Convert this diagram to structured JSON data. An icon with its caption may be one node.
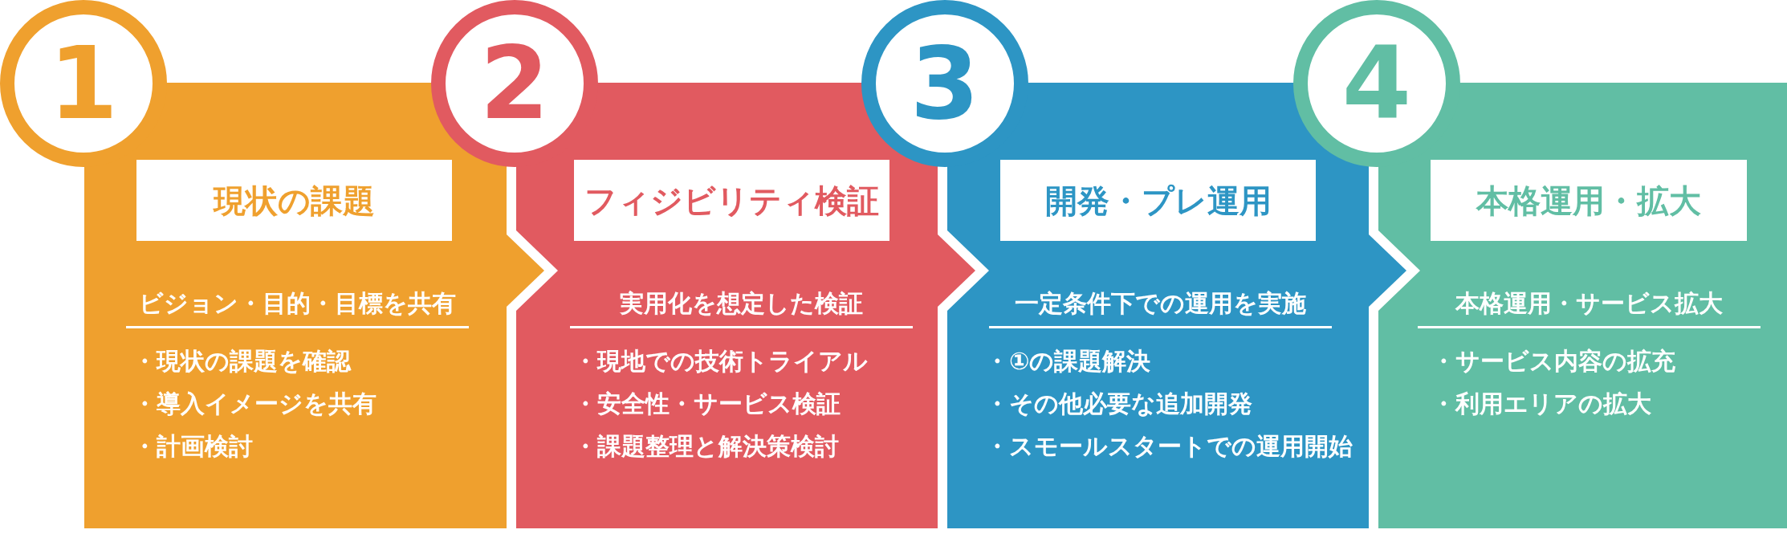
{
  "diagram": {
    "nodes": [
      {
        "text": [
          "1"
        ]
      },
      {
        "text": [
          "ビジョン・目的・目標を共有",
          "・現状の課題を確認",
          "・導入イメージを共有",
          "・計画検討"
        ]
      },
      {
        "text": [
          "現状の課題"
        ],
        "in": 1
      },
      {
        "text": [
          "2"
        ]
      },
      {
        "text": [
          "実用化を想定した検証",
          "・現地での技術トライアル",
          "・安全性・サービス検証",
          "・課題整理と解決策検討"
        ]
      },
      {
        "text": [
          "フィジビリティ検証"
        ],
        "in": 4
      },
      {
        "text": [
          "3"
        ]
      },
      {
        "text": [
          "一定条件下での運用を実施",
          "・①の課題解決",
          "・その他必要な追加開発",
          "・スモールスタートでの運用開始"
        ]
      },
      {
        "text": [
          "開発・プレ運用"
        ],
        "in": 7
      },
      {
        "text": [
          "4"
        ]
      },
      {
        "text": [
          "本格運用・サービス拡大",
          "・サービス内容の拡充",
          "・利用エリアの拡大"
        ]
      },
      {
        "text": [
          "本格運用・拡大"
        ],
        "in": 10
      }
    ],
    "edges": [
      {
        "from": 1,
        "to": 4,
        "arrow": "to",
        "color": "#efa02e"
      },
      {
        "from": 4,
        "to": 7,
        "arrow": "to",
        "color": "#e15a60"
      },
      {
        "from": 7,
        "to": 10,
        "arrow": "to",
        "color": "#2d95c4"
      }
    ]
  }
}
